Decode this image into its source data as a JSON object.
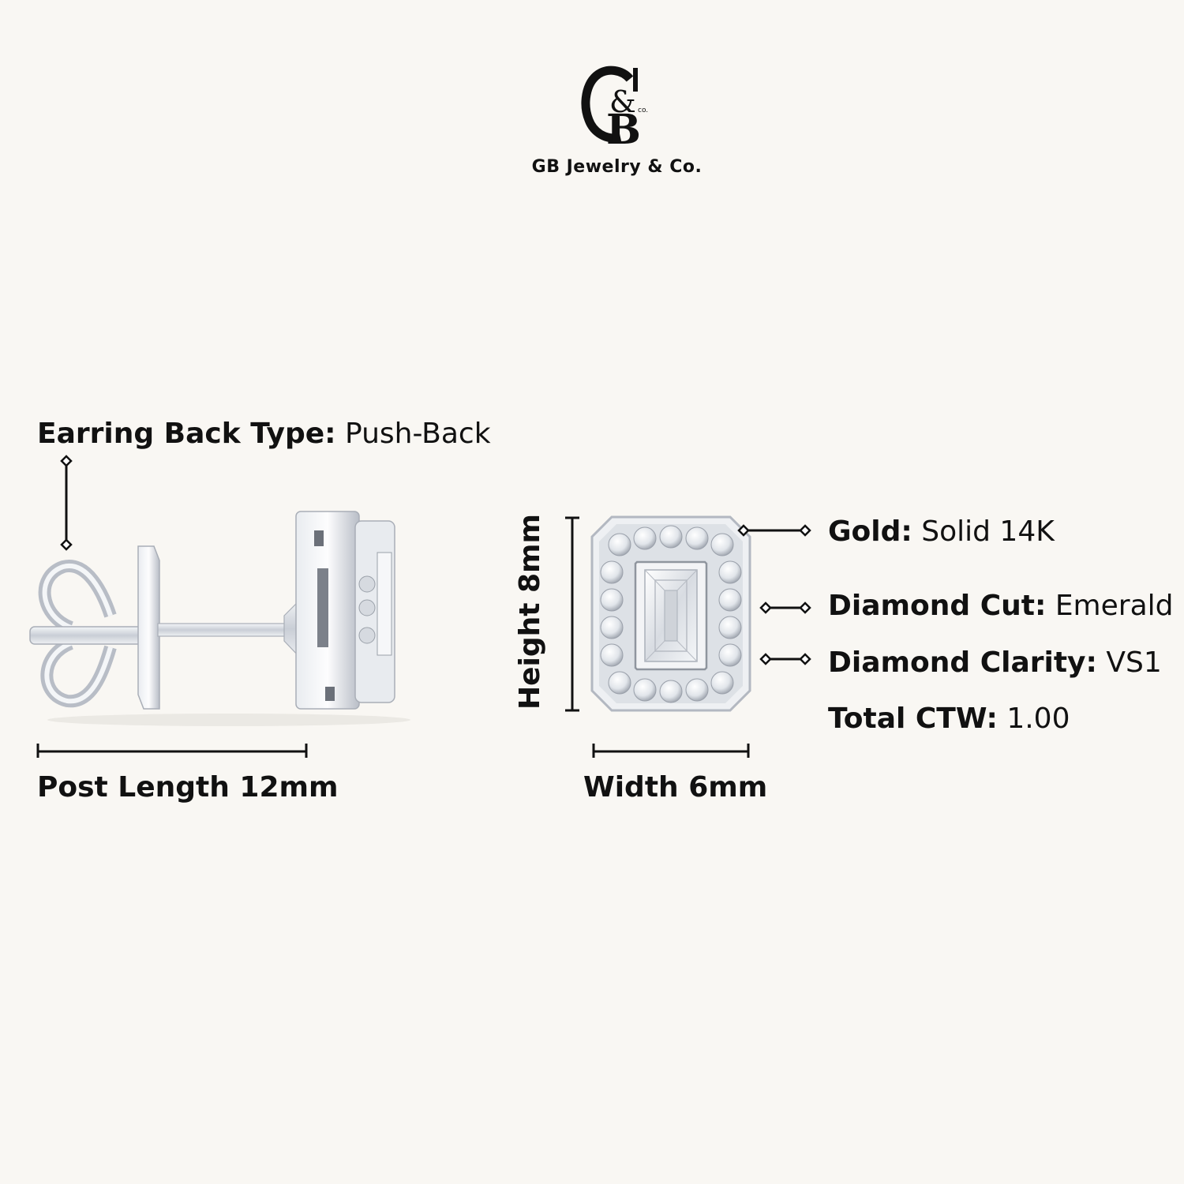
{
  "brand": {
    "name": "GB Jewelry & Co.",
    "logo_letters": "G&B co."
  },
  "specs": {
    "back_type": {
      "label": "Earring Back Type:",
      "value": "Push-Back"
    },
    "gold": {
      "label": "Gold:",
      "value": "Solid 14K"
    },
    "cut": {
      "label": "Diamond Cut:",
      "value": "Emerald"
    },
    "clarity": {
      "label": "Diamond Clarity:",
      "value": "VS1"
    },
    "ctw": {
      "label": "Total CTW:",
      "value": "1.00"
    }
  },
  "dimensions": {
    "post_length": "Post Length 12mm",
    "width": "Width 6mm",
    "height": "Height 8mm"
  },
  "icons": [
    "gb-monogram-logo",
    "earring-side-view",
    "earring-front-view",
    "connector-diamond-icon"
  ],
  "colors": {
    "background": "#f9f7f3",
    "text": "#111111",
    "metal": "#d9dde3"
  }
}
